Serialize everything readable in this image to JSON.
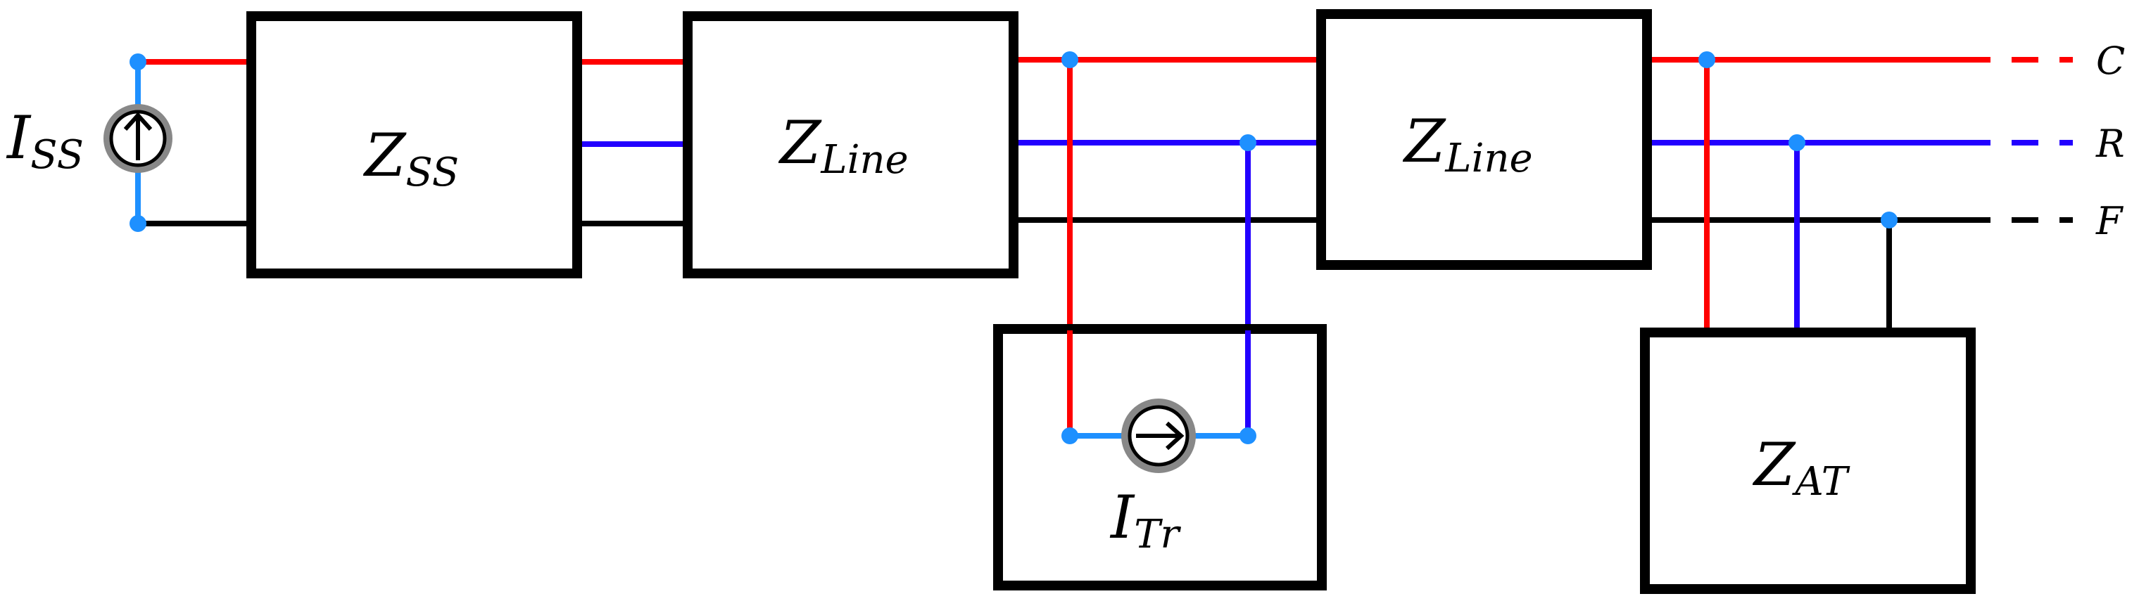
{
  "colors": {
    "contact": "#ff0000",
    "rail": "#2200ff",
    "feeder": "#000000",
    "node": "#1e90ff",
    "source": "#1e90ff"
  },
  "labels": {
    "z_ss": {
      "main": "Z",
      "sub": "SS"
    },
    "z_line_1": {
      "main": "Z",
      "sub": "Line"
    },
    "z_line_2": {
      "main": "Z",
      "sub": "Line"
    },
    "z_at": {
      "main": "Z",
      "sub": "AT"
    },
    "i_ss": {
      "main": "I",
      "sub": "SS"
    },
    "i_tr": {
      "main": "I",
      "sub": "Tr"
    }
  },
  "terminals": {
    "c": "C",
    "r": "R",
    "f": "F"
  }
}
